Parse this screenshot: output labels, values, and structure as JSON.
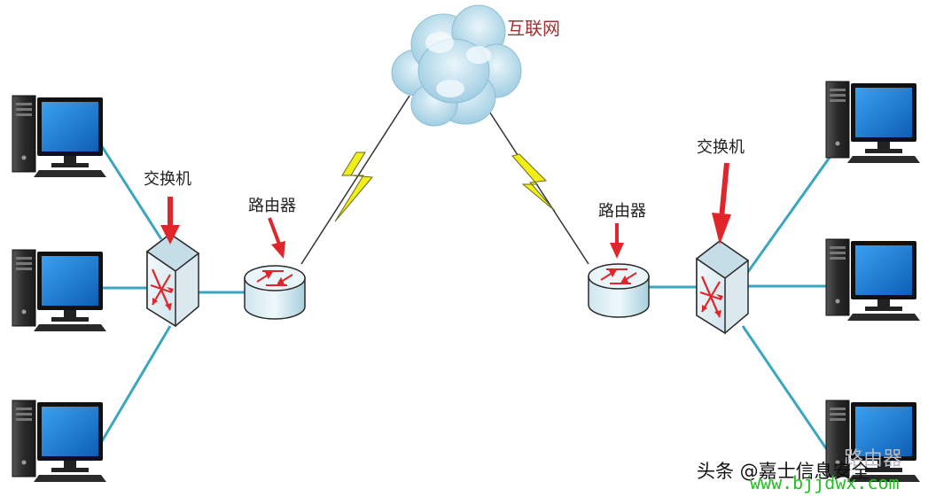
{
  "labels": {
    "internet": "互联网",
    "switch_left": "交换机",
    "router_left": "路由器",
    "router_right": "路由器",
    "switch_right": "交换机"
  },
  "watermark": {
    "source": "头条 @嘉士信息安全",
    "url": "www.bjjdwx.com",
    "overlay": "路由器"
  },
  "colors": {
    "cable": "#3aa6bf",
    "wan_line": "#333333",
    "arrow": "#e0262b",
    "lightning": "#f2ee1a",
    "monitor_screen": "#1e7fd6",
    "cloud": "#b9dcec"
  }
}
